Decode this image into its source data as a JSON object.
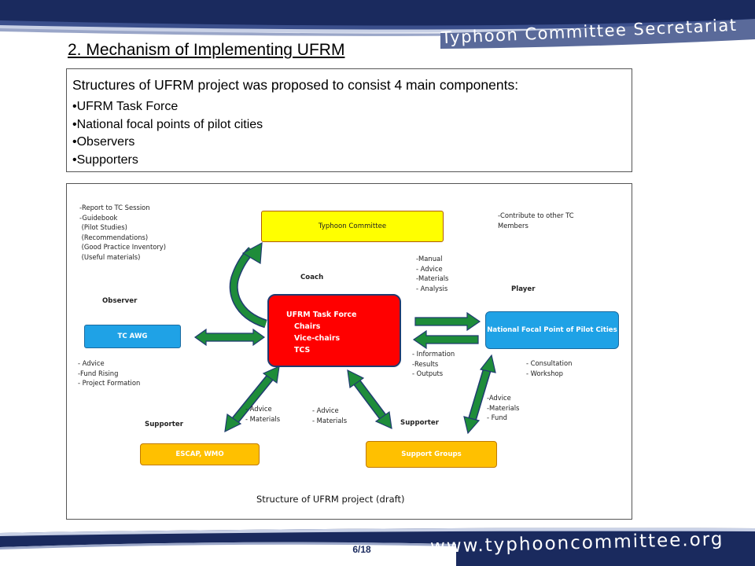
{
  "header": {
    "brand_text": "Typhoon Committee Secretariat",
    "colors": {
      "band_dark": "#1a2a5e",
      "band_mid": "#3b4f8c",
      "band_light": "#c9d1e6"
    }
  },
  "slide": {
    "title": "2. Mechanism of Implementing UFRM",
    "intro_text": "Structures of UFRM project was proposed to consist 4 main components:",
    "components": [
      "•UFRM Task Force",
      "•National focal points of pilot cities",
      "•Observers",
      "•Supporters"
    ]
  },
  "diagram": {
    "nodes": {
      "typhoon_committee": "Typhoon Committee",
      "task_force_title": "UFRM Task Force",
      "task_force_members": [
        "Chairs",
        "Vice-chairs",
        "TCS"
      ],
      "tc_awg": "TC AWG",
      "national_focal_point": "National Focal Point of Pilot Cities",
      "escap_wmo": "ESCAP, WMO",
      "support_groups": "Support Groups"
    },
    "roles": {
      "coach": "Coach",
      "observer": "Observer",
      "player": "Player",
      "supporter_left": "Supporter",
      "supporter_right": "Supporter"
    },
    "notes": {
      "report": "-Report to TC Session\n-Guidebook\n (Pilot Studies)\n (Recommendations)\n (Good Practice Inventory)\n (Useful materials)",
      "contribute": "-Contribute to other TC\nMembers",
      "manual": "-Manual\n- Advice\n-Materials\n- Analysis",
      "awg_support": "- Advice\n-Fund Rising\n- Project Formation",
      "information": "- Information\n-Results\n- Outputs",
      "consultation": "- Consultation\n- Workshop",
      "escap_flow": "- Advice\n- Materials",
      "sg_flow": "- Advice\n- Materials",
      "nfp_support": "-Advice\n-Materials\n- Fund"
    },
    "caption": "Structure of UFRM project (draft)",
    "colors": {
      "arrow_fill": "#1e8c3a",
      "arrow_stroke": "#1f3b70",
      "typhoon_committee": "#ffff00",
      "task_force": "#ff0000",
      "blue_nodes": "#1fa2e6",
      "orange_nodes": "#ffc000"
    }
  },
  "footer": {
    "url_text": "www.typhooncommittee.org",
    "page_number": "6/18"
  }
}
